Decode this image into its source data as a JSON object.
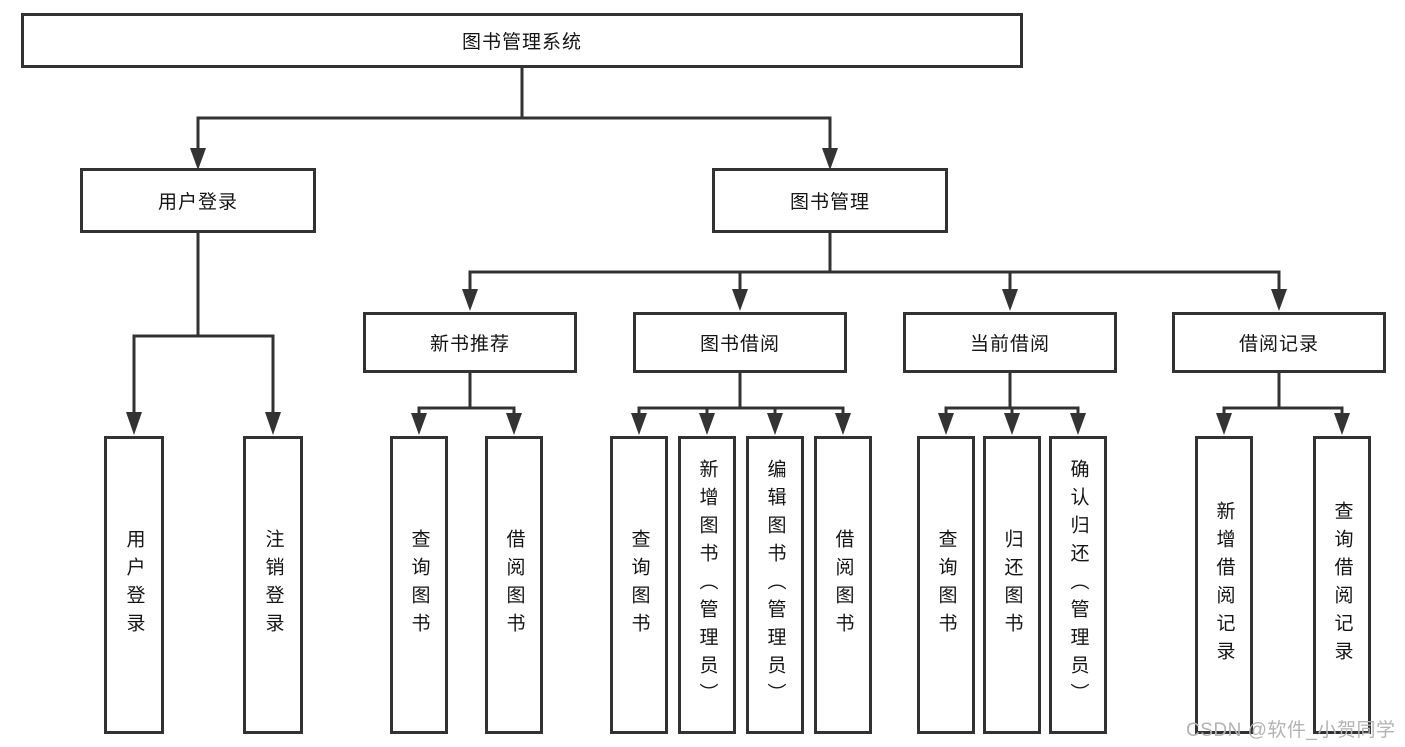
{
  "diagram": {
    "root": "图书管理系统",
    "level1": [
      {
        "label": "用户登录",
        "children": [
          {
            "label": "用户登录"
          },
          {
            "label": "注销登录"
          }
        ]
      },
      {
        "label": "图书管理",
        "children": [
          {
            "label": "新书推荐",
            "children": [
              {
                "label": "查询图书"
              },
              {
                "label": "借阅图书"
              }
            ]
          },
          {
            "label": "图书借阅",
            "children": [
              {
                "label": "查询图书"
              },
              {
                "label": "新增图书（管理员）"
              },
              {
                "label": "编辑图书（管理员）"
              },
              {
                "label": "借阅图书"
              }
            ]
          },
          {
            "label": "当前借阅",
            "children": [
              {
                "label": "查询图书"
              },
              {
                "label": "归还图书"
              },
              {
                "label": "确认归还（管理员）"
              }
            ]
          },
          {
            "label": "借阅记录",
            "children": [
              {
                "label": "新增借阅记录"
              },
              {
                "label": "查询借阅记录"
              }
            ]
          }
        ]
      }
    ]
  },
  "watermark": {
    "text": "CSDN @软件_小贺同学"
  },
  "colors": {
    "line": "#333333",
    "box_border": "#323232",
    "text": "#141414",
    "watermark": "#b3b3b3",
    "background": "#ffffff"
  }
}
